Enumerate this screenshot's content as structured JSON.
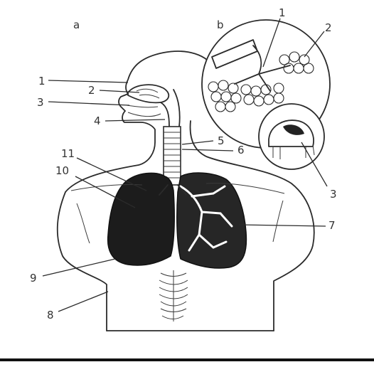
{
  "panels": {
    "a": "a",
    "b": "b"
  },
  "labels": {
    "l1_nose": "1",
    "l2_nasal": "2",
    "l3_mouth": "3",
    "l4_throat": "4",
    "l5": "5",
    "l6": "6",
    "l7": "7",
    "l8": "8",
    "l9": "9",
    "l10": "10",
    "l11": "11",
    "b1": "1",
    "b2": "2",
    "b3": "3"
  },
  "colors": {
    "ink": "#2b2b2b",
    "lung": "#1c1c1c",
    "background": "#ffffff"
  }
}
